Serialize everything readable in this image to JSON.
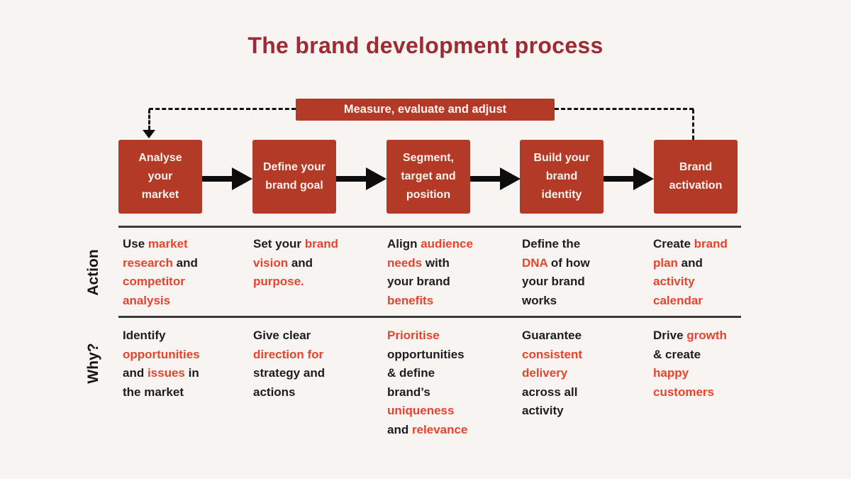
{
  "title": "The brand development process",
  "colors": {
    "bg": "#f7f4f1",
    "maroon": "#9e2b33",
    "brick": "#b23a27",
    "hl": "#e8432c",
    "ink": "#1d1d1f"
  },
  "feedback": {
    "banner_label": "Measure, evaluate and adjust"
  },
  "row_labels": {
    "action": "Action",
    "why": "Why?"
  },
  "stages": [
    {
      "box": "Analyse\nyour\nmarket",
      "action": [
        {
          "t": "Use "
        },
        {
          "t": "market\nresearch",
          "hl": true
        },
        {
          "t": " and\n"
        },
        {
          "t": "competitor\nanalysis",
          "hl": true
        }
      ],
      "why": [
        {
          "t": "Identify\n"
        },
        {
          "t": "opportunities",
          "hl": true
        },
        {
          "t": "\nand "
        },
        {
          "t": "issues",
          "hl": true
        },
        {
          "t": " in\nthe market"
        }
      ]
    },
    {
      "box": "Define your\nbrand goal",
      "action": [
        {
          "t": "Set your "
        },
        {
          "t": "brand\nvision",
          "hl": true
        },
        {
          "t": " and\n"
        },
        {
          "t": "purpose.",
          "hl": true
        }
      ],
      "why": [
        {
          "t": "Give clear\n"
        },
        {
          "t": "direction for",
          "hl": true
        },
        {
          "t": "\nstrategy and\nactions"
        }
      ]
    },
    {
      "box": "Segment,\ntarget and\nposition",
      "action": [
        {
          "t": "Align "
        },
        {
          "t": "audience\nneeds",
          "hl": true
        },
        {
          "t": " with\nyour brand\n"
        },
        {
          "t": "benefits",
          "hl": true
        }
      ],
      "why": [
        {
          "t": "Prioritise",
          "hl": true
        },
        {
          "t": "\nopportunities\n& define\nbrand’s\n"
        },
        {
          "t": "uniqueness",
          "hl": true
        },
        {
          "t": "\nand "
        },
        {
          "t": "relevance",
          "hl": true
        }
      ]
    },
    {
      "box": "Build your\nbrand\nidentity",
      "action": [
        {
          "t": "Define the\n"
        },
        {
          "t": "DNA",
          "hl": true
        },
        {
          "t": " of how\nyour brand\nworks"
        }
      ],
      "why": [
        {
          "t": "Guarantee\n"
        },
        {
          "t": "consistent\ndelivery",
          "hl": true
        },
        {
          "t": "\nacross all\nactivity"
        }
      ]
    },
    {
      "box": "Brand\nactivation",
      "action": [
        {
          "t": "Create "
        },
        {
          "t": "brand\nplan",
          "hl": true
        },
        {
          "t": " and\n"
        },
        {
          "t": "activity\ncalendar",
          "hl": true
        }
      ],
      "why": [
        {
          "t": "Drive "
        },
        {
          "t": "growth",
          "hl": true
        },
        {
          "t": "\n& create\n"
        },
        {
          "t": "happy\ncustomers",
          "hl": true
        }
      ]
    }
  ]
}
